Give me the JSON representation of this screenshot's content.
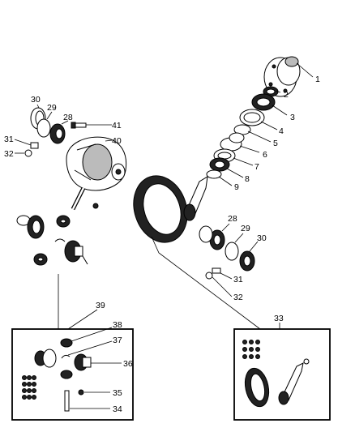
{
  "callouts": {
    "c1": "1",
    "c2": "2",
    "c3": "3",
    "c4": "4",
    "c5": "5",
    "c6": "6",
    "c7": "7",
    "c8": "8",
    "c9": "9",
    "c30a": "30",
    "c29a": "29",
    "c28a": "28",
    "c41": "41",
    "c40": "40",
    "c31a": "31",
    "c32a": "32",
    "c28b": "28",
    "c29b": "29",
    "c30b": "30",
    "c31b": "31",
    "c32b": "32",
    "c39": "39",
    "c38": "38",
    "c37": "37",
    "c36": "36",
    "c35": "35",
    "c34": "34",
    "c33": "33"
  }
}
